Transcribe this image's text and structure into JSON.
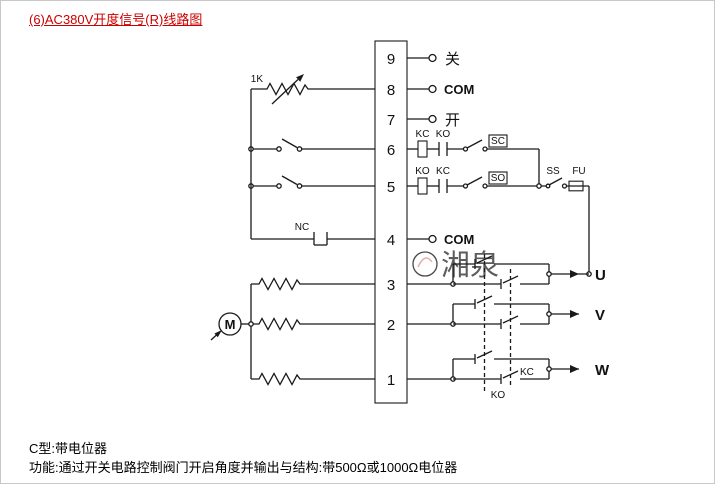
{
  "page": {
    "title": "(6)AC380V开度信号(R)线路图",
    "footer": {
      "line1": "C型:带电位器",
      "line2": "功能:通过开关电路控制阀门开启角度并输出与结构:带500Ω或1000Ω电位器"
    }
  },
  "diagram": {
    "terminals": [
      "9",
      "8",
      "7",
      "6",
      "5",
      "4",
      "3",
      "2",
      "1"
    ],
    "right_labels": {
      "close": "关",
      "com_top": "COM",
      "open": "开",
      "com_mid": "COM"
    },
    "component_labels": {
      "pot": "1K",
      "nc": "NC",
      "motor": "M",
      "kc_row6": "KC",
      "ko_row6": "KO",
      "sc": "SC",
      "ko_row5": "KO",
      "kc_row5": "KC",
      "so": "SO",
      "ss": "SS",
      "fu": "FU",
      "kc_linkage": "KC",
      "ko_linkage": "KO"
    },
    "output_labels": {
      "u": "U",
      "v": "V",
      "w": "W"
    },
    "watermark": "湘泉"
  }
}
